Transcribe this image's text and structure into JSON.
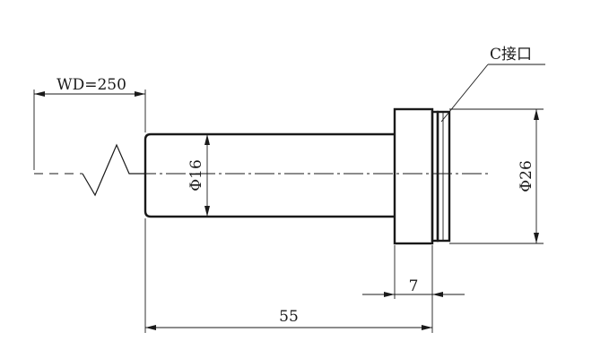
{
  "drawing": {
    "wd_label": "WD=250",
    "body_diameter": "Φ16",
    "flange_diameter": "Φ26",
    "flange_width": "7",
    "total_length": "55",
    "mount_label": "C接口"
  }
}
